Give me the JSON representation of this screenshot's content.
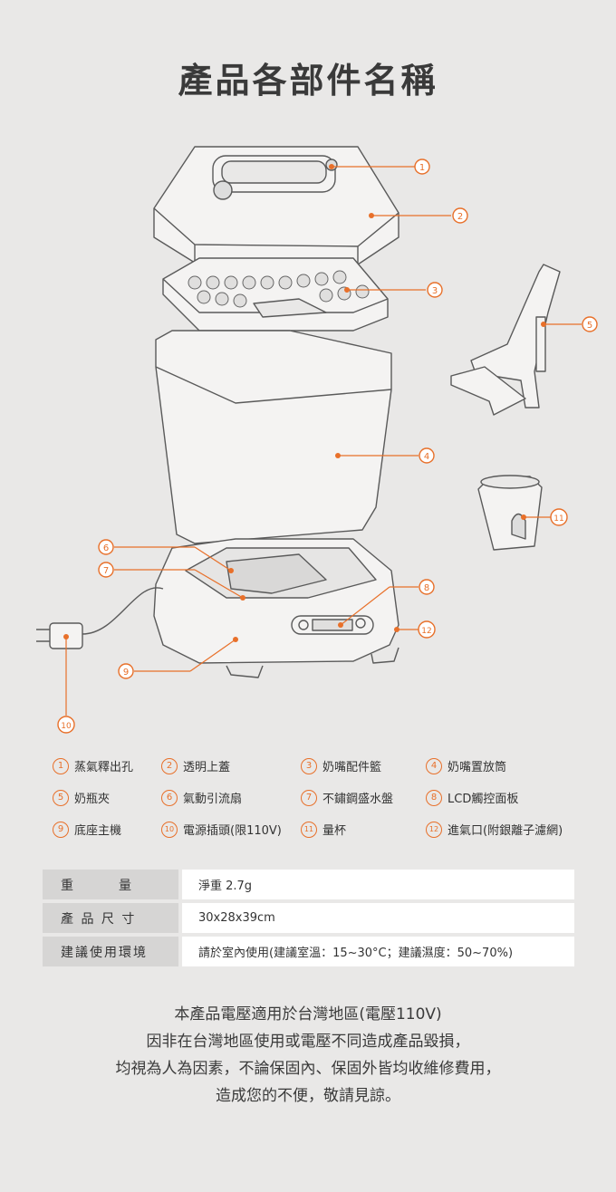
{
  "title": "產品各部件名稱",
  "callouts": [
    "1",
    "2",
    "3",
    "4",
    "5",
    "6",
    "7",
    "8",
    "9",
    "10",
    "11",
    "12"
  ],
  "legend": [
    {
      "num": "1",
      "label": "蒸氣釋出孔"
    },
    {
      "num": "2",
      "label": "透明上蓋"
    },
    {
      "num": "3",
      "label": "奶嘴配件籃"
    },
    {
      "num": "4",
      "label": "奶嘴置放筒"
    },
    {
      "num": "5",
      "label": "奶瓶夾"
    },
    {
      "num": "6",
      "label": "氣動引流扇"
    },
    {
      "num": "7",
      "label": "不鏽鋼盛水盤"
    },
    {
      "num": "8",
      "label": "LCD觸控面板"
    },
    {
      "num": "9",
      "label": "底座主機"
    },
    {
      "num": "10",
      "label": "電源插頭(限110V)"
    },
    {
      "num": "11",
      "label": "量杯"
    },
    {
      "num": "12",
      "label": "進氣口(附銀離子濾網)"
    }
  ],
  "specs": [
    {
      "key": "重　　　量",
      "value": "淨重 2.7g"
    },
    {
      "key": "產 品 尺 寸",
      "value": "30x28x39cm"
    },
    {
      "key": "建議使用環境",
      "value": "請於室內使用(建議室溫：15~30°C；建議濕度：50~70%)"
    }
  ],
  "notice": [
    "本產品電壓適用於台灣地區(電壓110V)",
    "因非在台灣地區使用或電壓不同造成產品毀損，",
    "均視為人為因素，不論保固內、保固外皆均收維修費用，",
    "造成您的不便，敬請見諒。"
  ],
  "colors": {
    "accent": "#e8702a",
    "background": "#e9e8e7",
    "line": "#6a6a6a"
  }
}
